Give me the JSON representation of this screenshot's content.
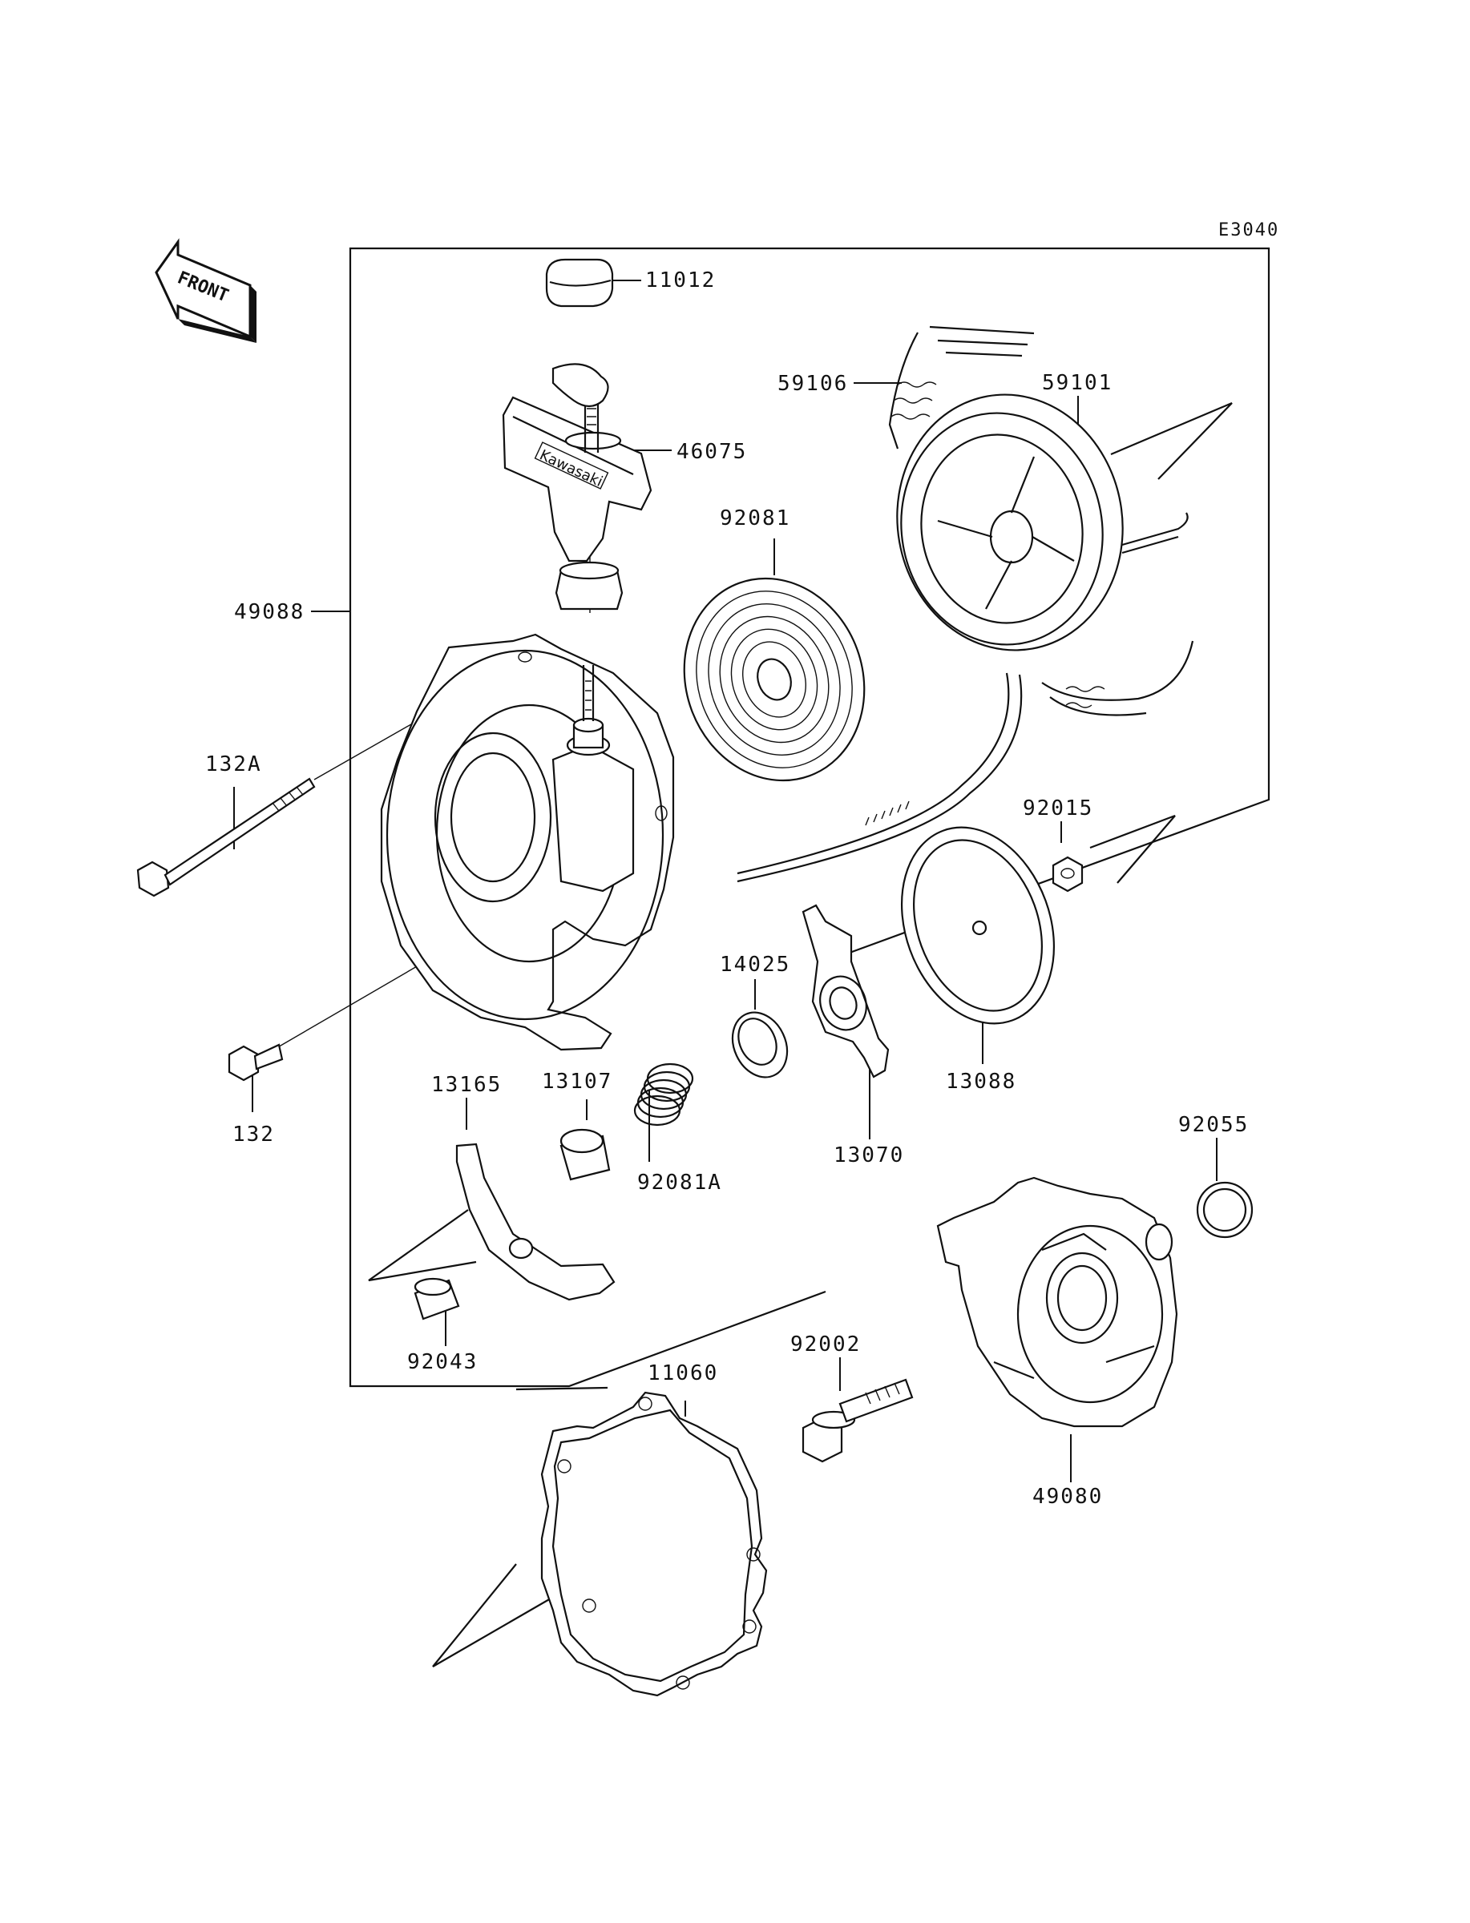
{
  "figure": {
    "code": "E3040",
    "front_label": "FRONT",
    "handle_marking": "Kawasaki"
  },
  "parts": [
    {
      "id": "p-11012",
      "number": "11012"
    },
    {
      "id": "p-59106",
      "number": "59106"
    },
    {
      "id": "p-59101",
      "number": "59101"
    },
    {
      "id": "p-46075",
      "number": "46075"
    },
    {
      "id": "p-92081",
      "number": "92081"
    },
    {
      "id": "p-49088",
      "number": "49088"
    },
    {
      "id": "p-132A",
      "number": "132A"
    },
    {
      "id": "p-92015",
      "number": "92015"
    },
    {
      "id": "p-14025",
      "number": "14025"
    },
    {
      "id": "p-13088",
      "number": "13088"
    },
    {
      "id": "p-132",
      "number": "132"
    },
    {
      "id": "p-13165",
      "number": "13165"
    },
    {
      "id": "p-13107",
      "number": "13107"
    },
    {
      "id": "p-92081A",
      "number": "92081A"
    },
    {
      "id": "p-13070",
      "number": "13070"
    },
    {
      "id": "p-92055",
      "number": "92055"
    },
    {
      "id": "p-92043",
      "number": "92043"
    },
    {
      "id": "p-11060",
      "number": "11060"
    },
    {
      "id": "p-92002",
      "number": "92002"
    },
    {
      "id": "p-49080",
      "number": "49080"
    }
  ]
}
